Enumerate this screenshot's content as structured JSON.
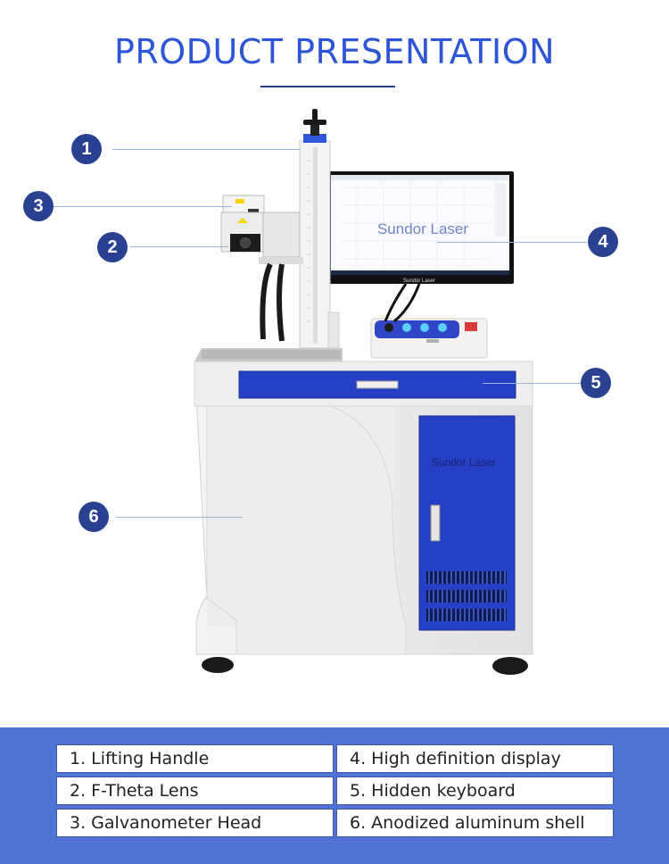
{
  "header": {
    "title": "PRODUCT PRESENTATION"
  },
  "monitor": {
    "screen_text": "Sundor Laser",
    "bezel_label": "Sundor Laser"
  },
  "cabinet": {
    "door_label": "Sundor Laser"
  },
  "callouts": [
    "1",
    "2",
    "3",
    "4",
    "5",
    "6"
  ],
  "legend": [
    "1. Lifting Handle",
    "2. F-Theta Lens",
    "3. Galvanometer Head",
    "4. High definition display",
    "5. Hidden keyboard",
    "6. Anodized aluminum shell"
  ],
  "colors": {
    "accent": "#2e55d6",
    "callout": "#2a4191",
    "footer": "#5173d6",
    "cabinet_blue": "#2540c4"
  }
}
